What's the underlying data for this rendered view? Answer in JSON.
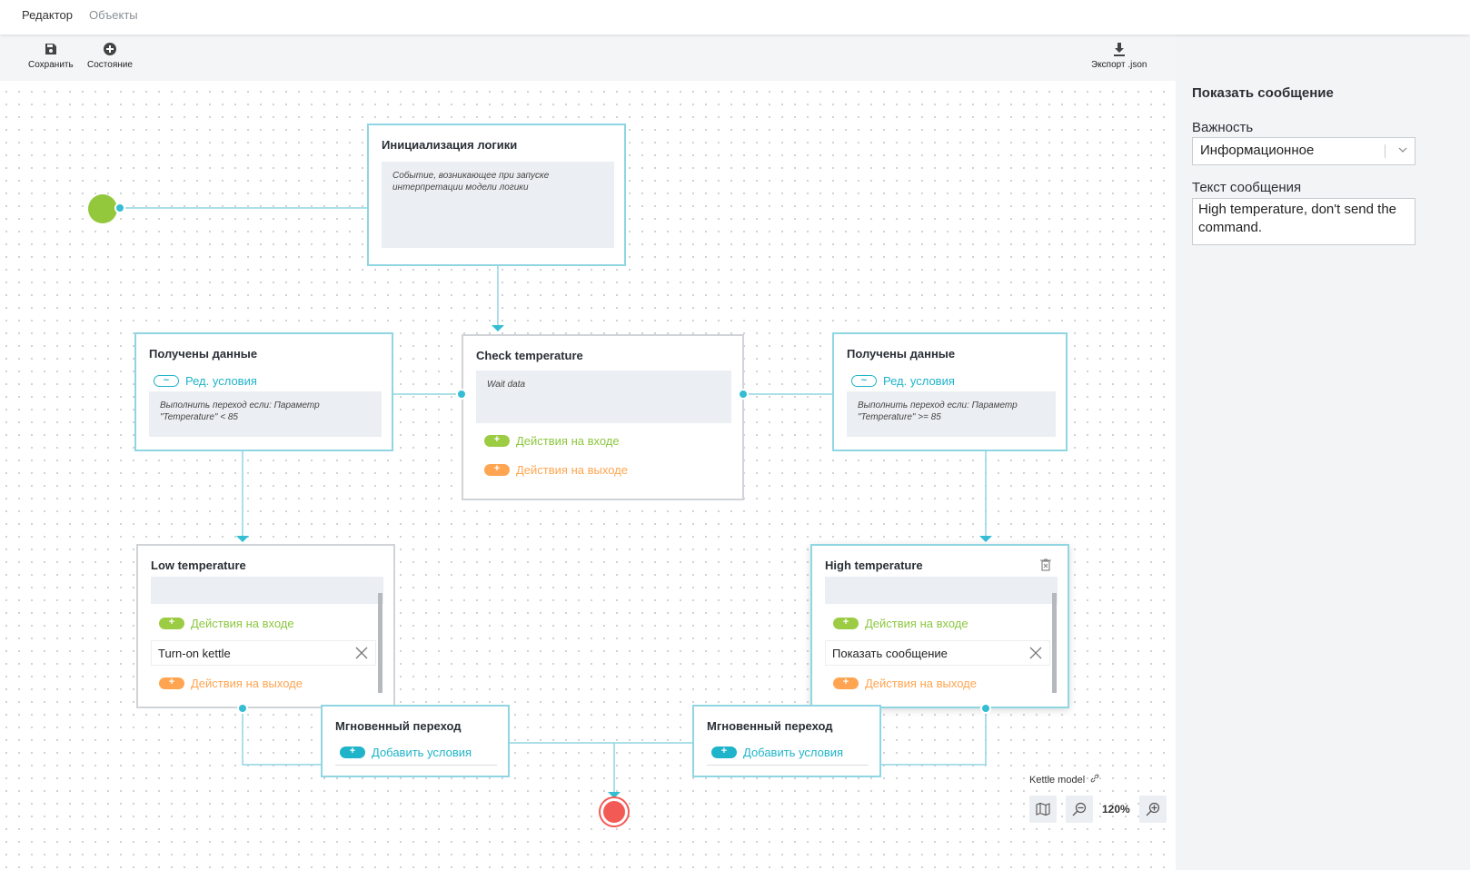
{
  "nav": {
    "editor": "Редактор",
    "objects": "Объекты"
  },
  "toolbar": {
    "save": "Сохранить",
    "state": "Состояние",
    "export": "Экспорт .json"
  },
  "nodes": {
    "init": {
      "title": "Инициализация логики",
      "description": "Событие, возникающее при запуске интерпретации модели логики"
    },
    "received_left": {
      "title": "Получены данные",
      "edit_conditions": "Ред. условия",
      "condition": "Выполнить переход если: Параметр \"Temperature\" < 85"
    },
    "check": {
      "title": "Check temperature",
      "description": "Wait data",
      "on_enter": "Действия на входе",
      "on_exit": "Действия на выходе"
    },
    "received_right": {
      "title": "Получены данные",
      "edit_conditions": "Ред. условия",
      "condition": "Выполнить переход если: Параметр \"Temperature\" >= 85"
    },
    "low": {
      "title": "Low temperature",
      "on_enter": "Действия на входе",
      "action": "Turn-on kettle",
      "on_exit": "Действия на выходе"
    },
    "high": {
      "title": "High temperature",
      "on_enter": "Действия на входе",
      "action": "Показать сообщение",
      "on_exit": "Действия на выходе"
    },
    "instant_left": {
      "title": "Мгновенный переход",
      "add_conditions": "Добавить условия"
    },
    "instant_right": {
      "title": "Мгновенный переход",
      "add_conditions": "Добавить условия"
    }
  },
  "footer": {
    "model_name": "Kettle model",
    "zoom": "120%"
  },
  "panel": {
    "title": "Показать сообщение",
    "importance_label": "Важность",
    "importance_value": "Информационное",
    "text_label": "Текст сообщения",
    "text_value": "High temperature, don't send the command."
  },
  "colors": {
    "accent": "#1fb4c9",
    "enter_green": "#9ccc43",
    "exit_orange": "#ffa551",
    "start": "#93c83d",
    "end": "#f25a56"
  }
}
